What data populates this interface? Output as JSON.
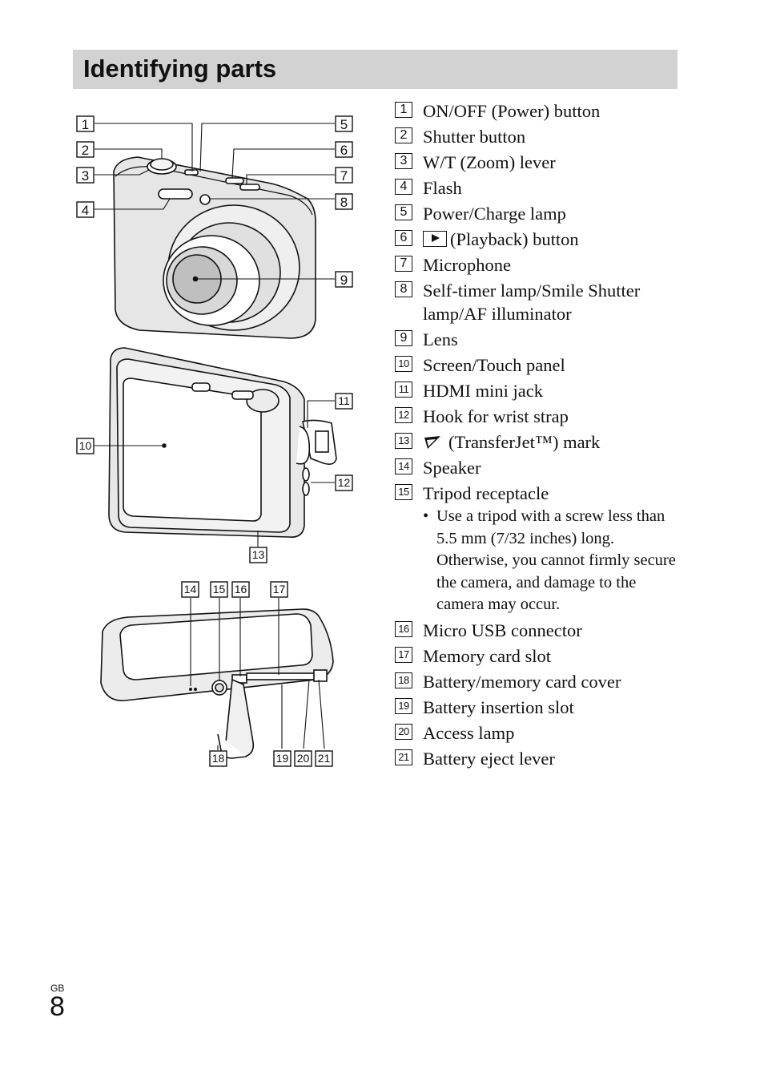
{
  "page_title": "Identifying parts",
  "parts": [
    {
      "n": "1",
      "label": "ON/OFF (Power) button"
    },
    {
      "n": "2",
      "label": "Shutter button"
    },
    {
      "n": "3",
      "label": "W/T (Zoom) lever"
    },
    {
      "n": "4",
      "label": "Flash"
    },
    {
      "n": "5",
      "label": "Power/Charge lamp"
    },
    {
      "n": "6",
      "label": "(Playback) button"
    },
    {
      "n": "7",
      "label": "Microphone"
    },
    {
      "n": "8",
      "label": "Self-timer lamp/Smile Shutter lamp/AF illuminator"
    },
    {
      "n": "9",
      "label": "Lens"
    },
    {
      "n": "10",
      "label": "Screen/Touch panel"
    },
    {
      "n": "11",
      "label": "HDMI mini jack"
    },
    {
      "n": "12",
      "label": "Hook for wrist strap"
    },
    {
      "n": "13",
      "label": "(TransferJet™) mark"
    },
    {
      "n": "14",
      "label": "Speaker"
    },
    {
      "n": "15",
      "label": "Tripod receptacle"
    },
    {
      "n": "16",
      "label": "Micro USB connector"
    },
    {
      "n": "17",
      "label": "Memory card slot"
    },
    {
      "n": "18",
      "label": "Battery/memory card cover"
    },
    {
      "n": "19",
      "label": "Battery insertion slot"
    },
    {
      "n": "20",
      "label": "Access lamp"
    },
    {
      "n": "21",
      "label": "Battery eject lever"
    }
  ],
  "tripod_note": "Use a tripod with a screw less than 5.5 mm (7/32 inches) long. Otherwise, you cannot firmly secure the camera, and damage to the camera may occur.",
  "icons": {
    "playback": "playback-icon",
    "transferjet": "transferjet-icon"
  },
  "footer": {
    "region": "GB",
    "page_number": "8"
  }
}
